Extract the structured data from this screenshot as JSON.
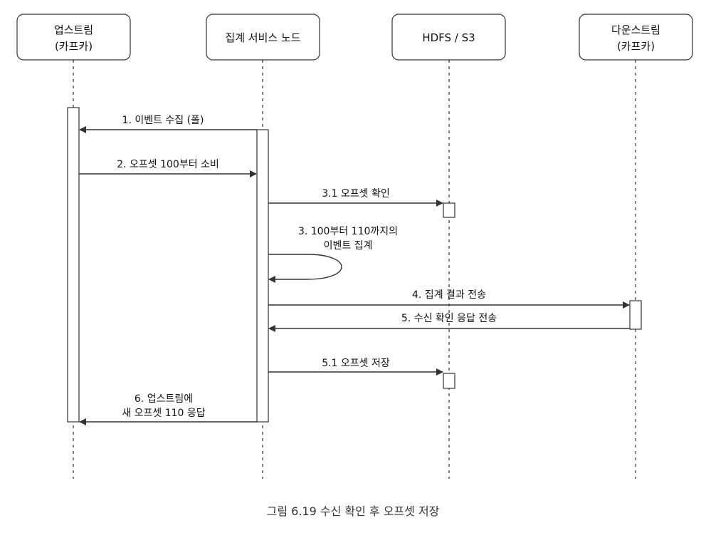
{
  "participants": {
    "upstream": {
      "line1": "업스트림",
      "line2": "(카프카)"
    },
    "aggregator": {
      "line1": "집계 서비스 노드"
    },
    "storage": {
      "line1": "HDFS / S3"
    },
    "downstream": {
      "line1": "다운스트림",
      "line2": "(카프카)"
    }
  },
  "messages": {
    "m1": {
      "line1": "1. 이벤트 수집 (폴)"
    },
    "m2": {
      "line1": "2. 오프셋 100부터 소비"
    },
    "m3_1": {
      "line1": "3.1 오프셋 확인"
    },
    "m3": {
      "line1": "3. 100부터 110까지의",
      "line2": "이벤트 집계"
    },
    "m4": {
      "line1": "4. 집계 결과 전송"
    },
    "m5": {
      "line1": "5. 수신 확인 응답 전송"
    },
    "m5_1": {
      "line1": "5.1 오프셋 저장"
    },
    "m6": {
      "line1": "6. 업스트림에",
      "line2": "새 오프셋 110 응답"
    }
  },
  "caption": "그림 6.19 수신 확인 후 오프셋 저장",
  "colors": {
    "line": "#333333",
    "box_fill": "#ffffff",
    "text": "#111111"
  }
}
